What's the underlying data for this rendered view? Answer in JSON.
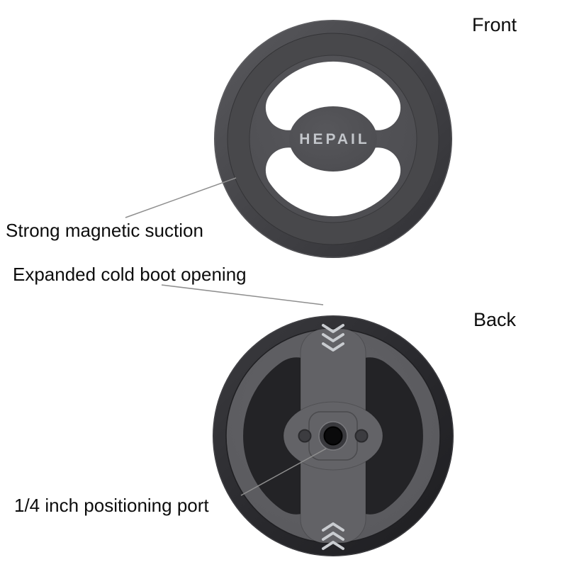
{
  "canvas": {
    "background": "#ffffff"
  },
  "front_view": {
    "label": "Front",
    "brand_text": "HEPAIL",
    "colors": {
      "rim": "#47474b",
      "bevel": "#48484b",
      "face": "#525256",
      "cutout": "#ffffff",
      "brand_text_color": "#c3c6cb"
    }
  },
  "back_view": {
    "label": "Back",
    "colors": {
      "rim": "#2a2a2e",
      "face": "#5e5e61",
      "plate": "#636367",
      "cutout": "#232326",
      "hole": "#0a0a0b",
      "chevron": "#c9ccd0"
    },
    "icons": {
      "top_center": "chevrons-down-icon",
      "bottom_center": "chevrons-up-icon"
    }
  },
  "annotations": {
    "magnetic": {
      "text": "Strong magnetic suction"
    },
    "cold_boot": {
      "text": "Expanded cold boot opening"
    },
    "positioning": {
      "text": "1/4 inch positioning port"
    }
  }
}
